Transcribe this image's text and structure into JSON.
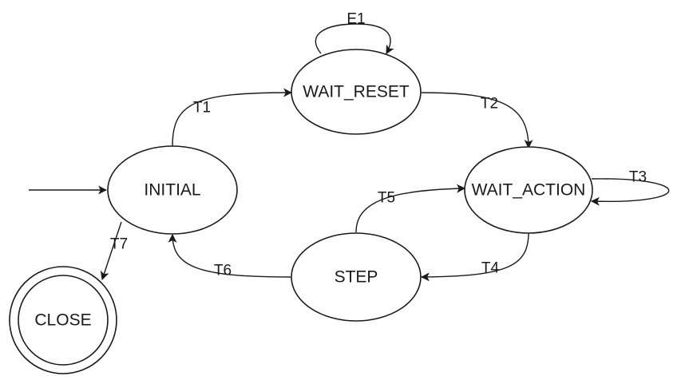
{
  "states": {
    "initial": "INITIAL",
    "wait_reset": "WAIT_RESET",
    "wait_action": "WAIT_ACTION",
    "step": "STEP",
    "close": "CLOSE"
  },
  "transitions": {
    "t1": "T1",
    "t2": "T2",
    "t3": "T3",
    "t4": "T4",
    "t5": "T5",
    "t6": "T6",
    "t7": "T7",
    "e1": "E1"
  }
}
